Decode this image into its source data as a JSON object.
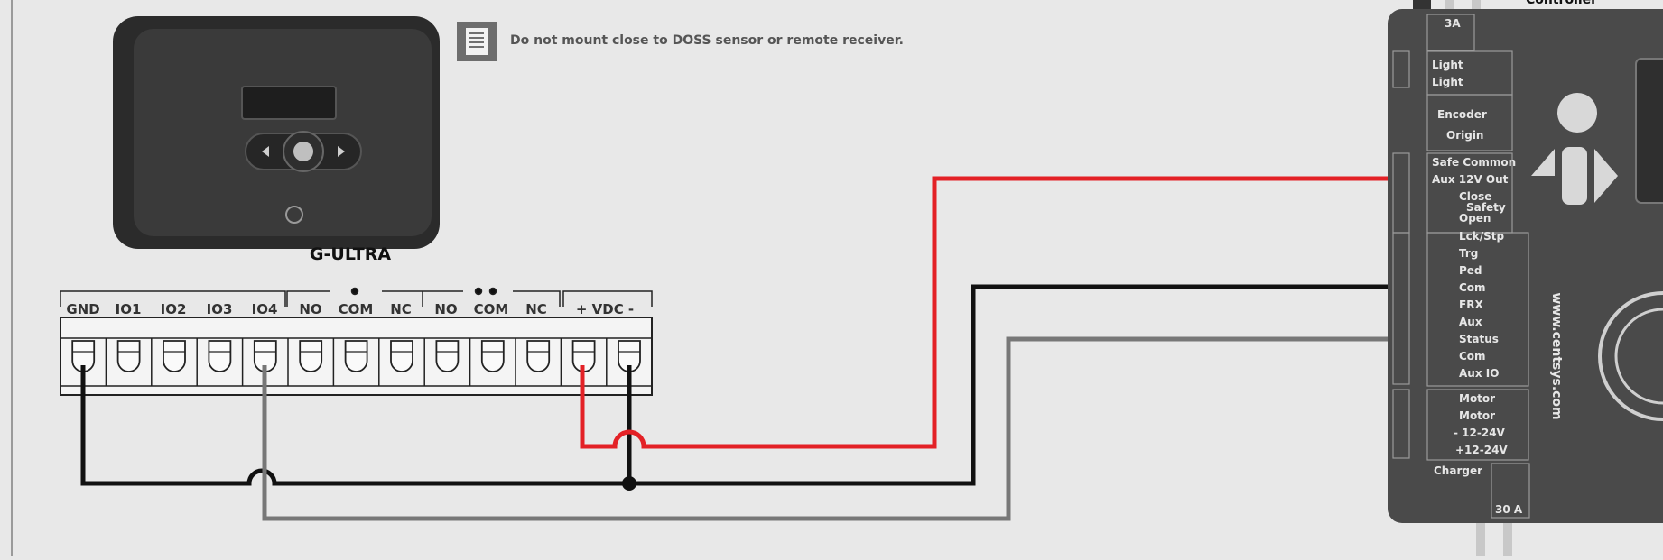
{
  "note": {
    "icon": "manual-document-icon",
    "text": "Do not mount close to DOSS sensor or remote receiver."
  },
  "device": {
    "name": "G-ULTRA"
  },
  "terminal_block": {
    "labels": [
      "GND",
      "IO1",
      "IO2",
      "IO3",
      "IO4",
      "NO",
      "COM",
      "NC",
      "NO",
      "COM",
      "NC",
      "+ VDC -"
    ]
  },
  "controller": {
    "title_fragment": "Controller",
    "fuse_top": "3A",
    "fuse_bottom": "30 A",
    "website": "www.centsys.com",
    "terminals": [
      "Light",
      "Light",
      "Encoder",
      "Origin",
      "Safe Common",
      "Aux 12V Out",
      "Close",
      "Safety",
      "Open",
      "Lck/Stp",
      "Trg",
      "Ped",
      "Com",
      "FRX",
      "Aux",
      "Status",
      "Com",
      "Aux IO",
      "Motor",
      "Motor",
      "- 12-24V",
      "+12-24V",
      "Charger"
    ]
  },
  "wires": [
    {
      "name": "red-wire",
      "color": "#e32126"
    },
    {
      "name": "black-wire",
      "color": "#111111"
    },
    {
      "name": "grey-wire",
      "color": "#777777"
    }
  ],
  "colors": {
    "background": "#e8e8e8",
    "controller_body": "#4a4a4a"
  }
}
